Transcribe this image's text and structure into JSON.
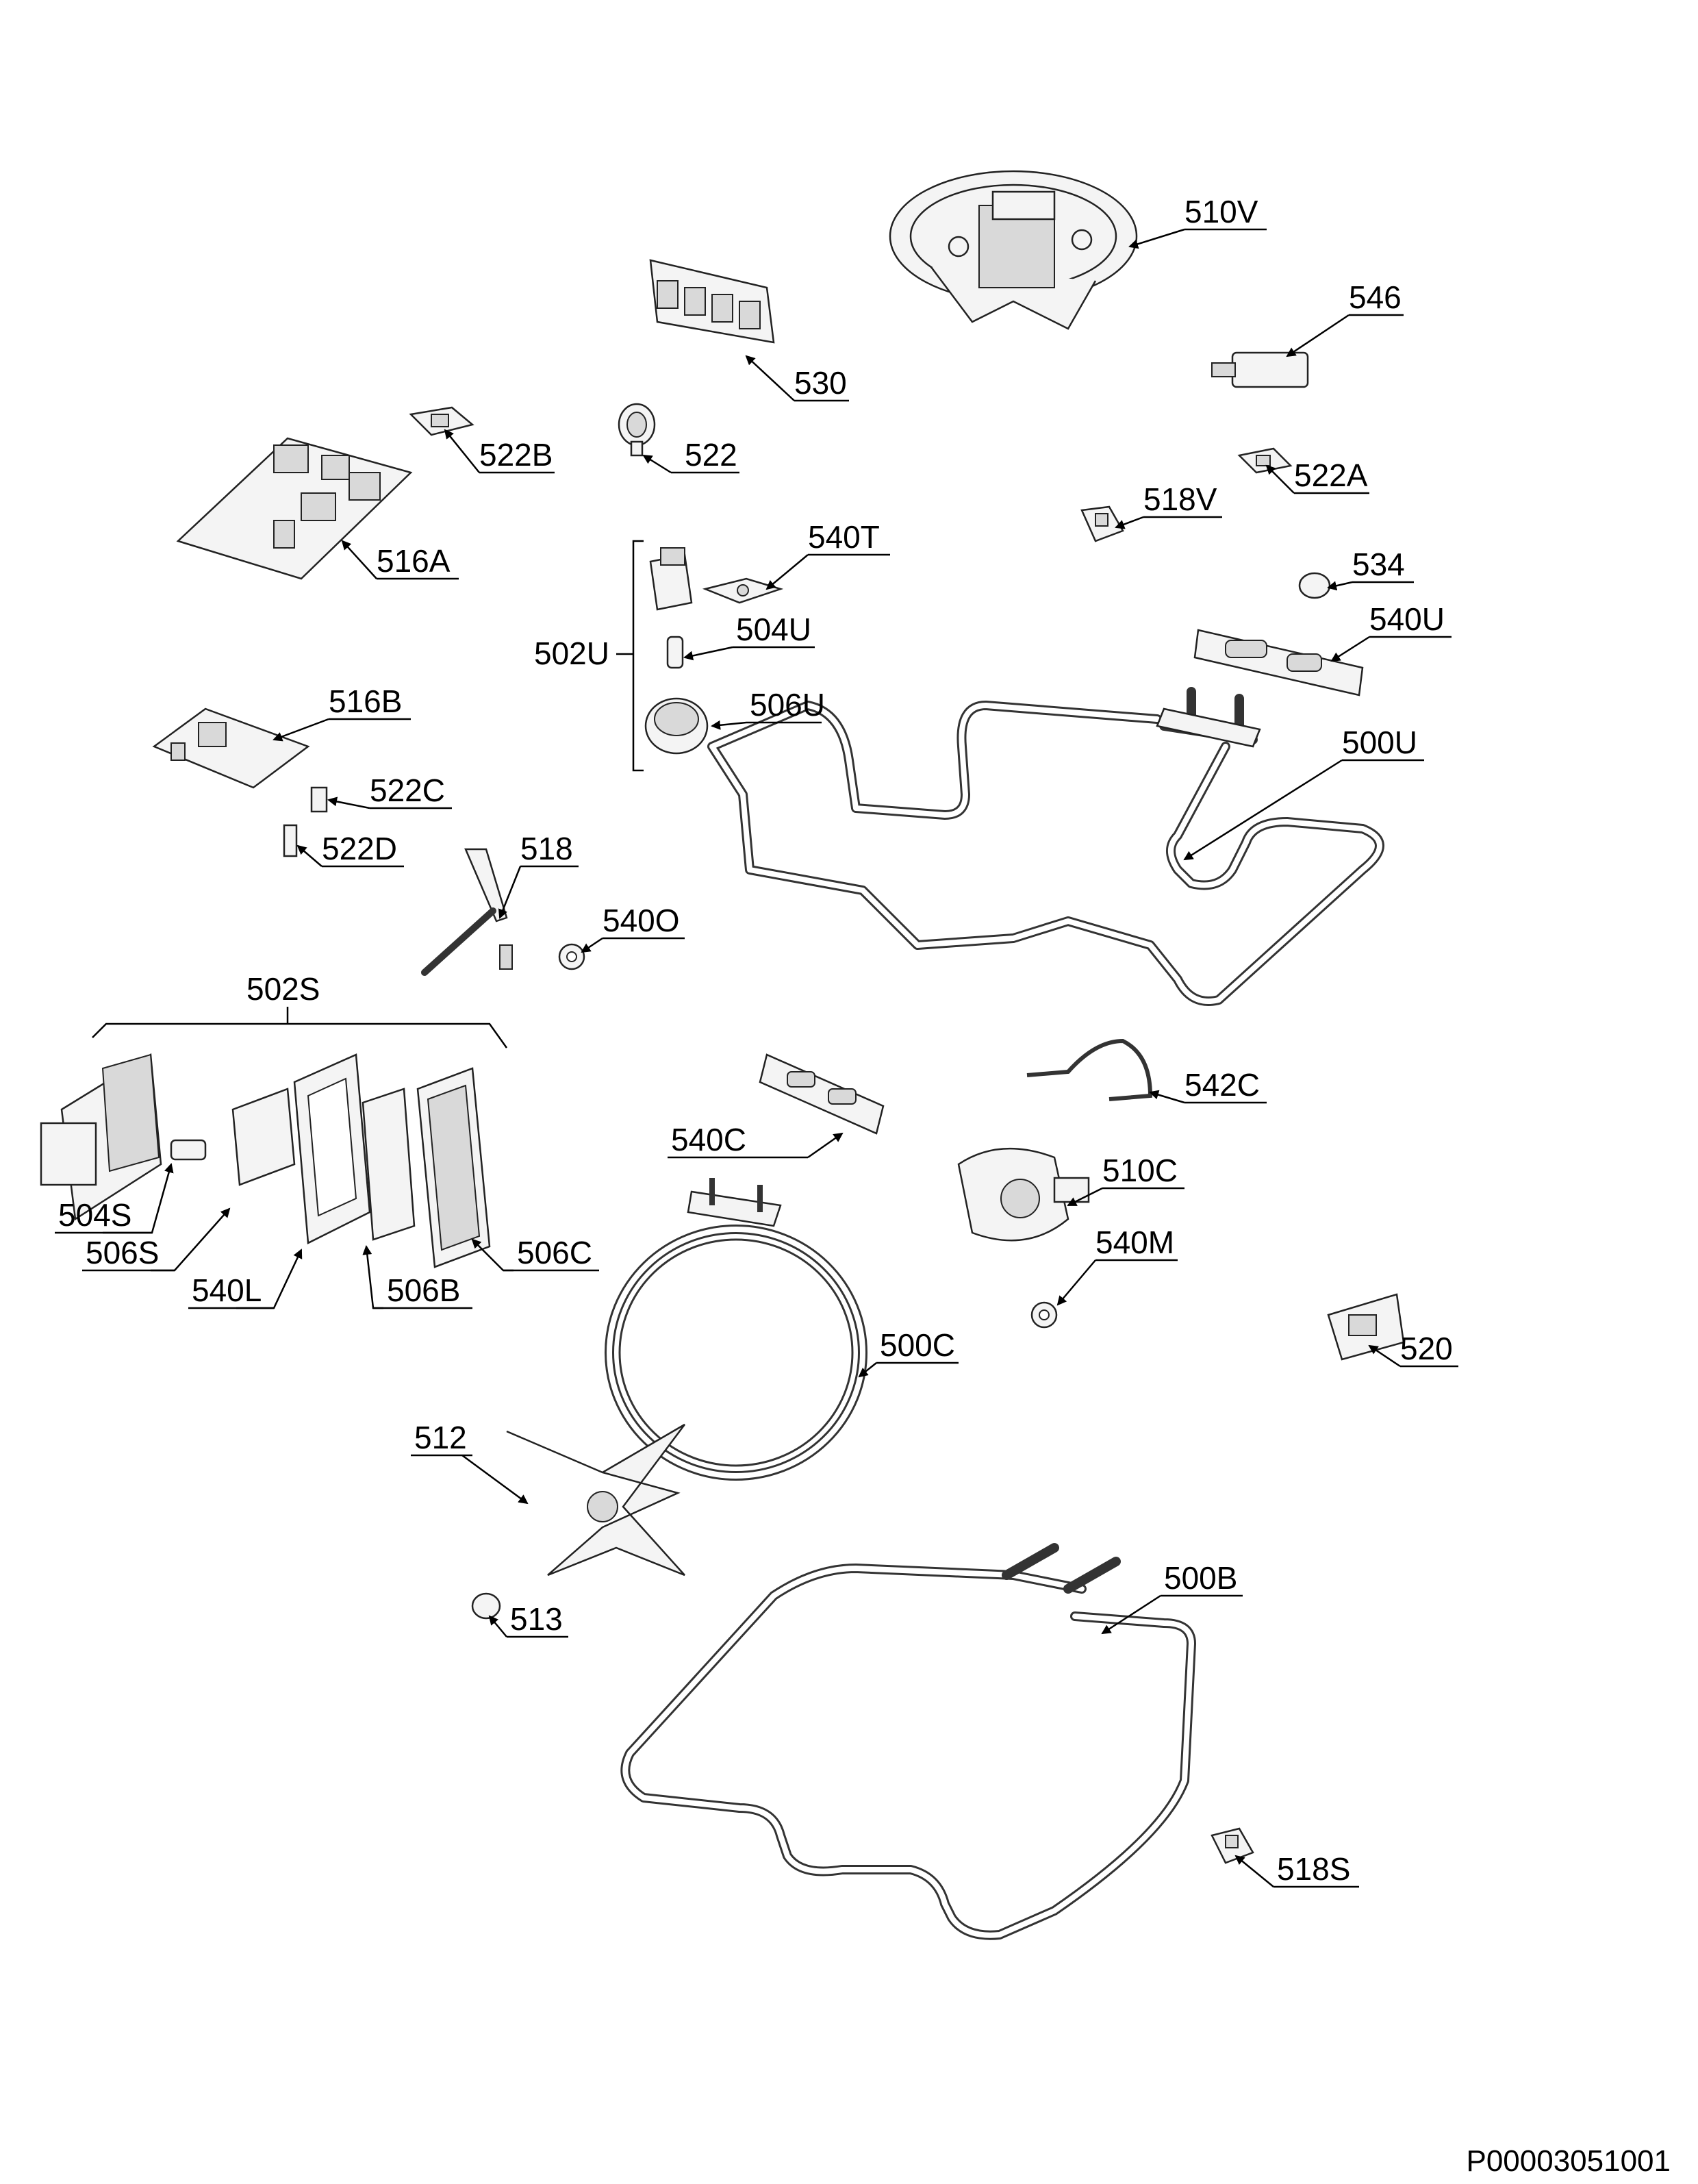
{
  "drawing_code": "P00003051001",
  "labels": {
    "l510V": "510V",
    "l546": "546",
    "l530": "530",
    "l522": "522",
    "l522B": "522B",
    "l522A": "522A",
    "l518V": "518V",
    "l516A": "516A",
    "l540T": "540T",
    "l534": "534",
    "l502U": "502U",
    "l504U": "504U",
    "l540U": "540U",
    "l506U": "506U",
    "l516B": "516B",
    "l500U": "500U",
    "l522C": "522C",
    "l522D": "522D",
    "l518": "518",
    "l540O": "540O",
    "l502S": "502S",
    "l542C": "542C",
    "l540C": "540C",
    "l510C": "510C",
    "l540M": "540M",
    "l504S": "504S",
    "l506S": "506S",
    "l540L": "540L",
    "l506B": "506B",
    "l506C": "506C",
    "l500C": "500C",
    "l520": "520",
    "l512": "512",
    "l513": "513",
    "l500B": "500B",
    "l518S": "518S"
  }
}
